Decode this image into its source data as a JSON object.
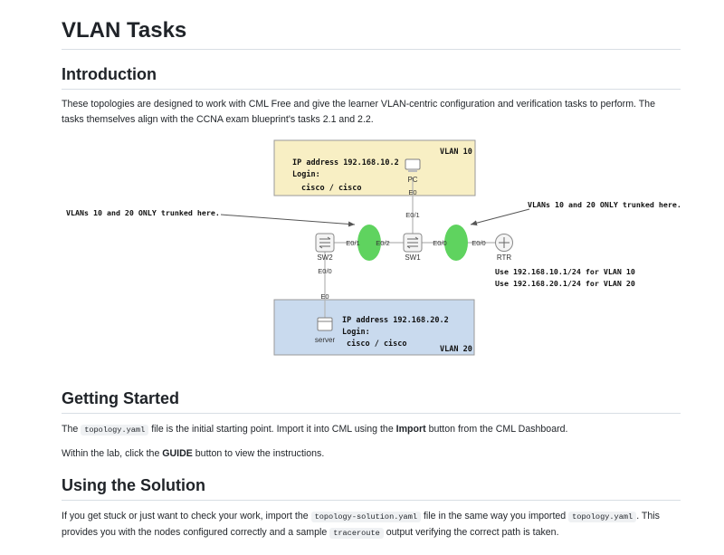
{
  "doc": {
    "title": "VLAN Tasks",
    "intro": {
      "heading": "Introduction",
      "p1_line1": "These topologies are designed to work with CML Free and give the learner VLAN-centric configuration and verification tasks to perform. The",
      "p1_line2": "tasks themselves align with the CCNA exam blueprint's tasks 2.1 and 2.2."
    },
    "getting_started": {
      "heading": "Getting Started",
      "p1_pre": "The ",
      "p1_code": "topology.yaml",
      "p1_mid": " file is the initial starting point. Import it into CML using the ",
      "p1_bold": "Import",
      "p1_post": " button from the CML Dashboard.",
      "p2_pre": "Within the lab, click the ",
      "p2_bold": "GUIDE",
      "p2_post": " button to view the instructions."
    },
    "using_solution": {
      "heading": "Using the Solution",
      "p1_pre": "If you get stuck or just want to check your work, import the ",
      "p1_code1": "topology-solution.yaml",
      "p1_mid": " file in the same way you imported ",
      "p1_code2": "topology.yaml",
      "p1_post": ". This",
      "p2_pre": "provides you with the nodes configured correctly and a sample ",
      "p2_code": "traceroute",
      "p2_post": " output verifying the correct path is taken."
    }
  },
  "diagram": {
    "vlan10_box": {
      "label": "VLAN 10",
      "ip": "IP address 192.168.10.2",
      "login": "Login:",
      "creds": "cisco / cisco",
      "fill": "#f8efc4"
    },
    "vlan20_box": {
      "label": "VLAN 20",
      "ip": "IP address 192.168.20.2",
      "login": "Login:",
      "creds": "cisco / cisco",
      "fill": "#c9daee"
    },
    "nodes": {
      "pc": "PC",
      "sw1": "SW1",
      "sw2": "SW2",
      "rtr": "RTR",
      "server": "server"
    },
    "ports": {
      "pc_e0": "E0",
      "sw1_e0_1": "E0/1",
      "sw2_e0_1": "E0/1",
      "sw1_e0_2": "E0/2",
      "sw1_e0_0": "E0/0",
      "rtr_e0_0": "E0/0",
      "sw2_e0_0": "E0/0",
      "server_e0": "E0"
    },
    "annotations": {
      "left_trunk": "VLANs 10 and 20 ONLY trunked here.",
      "right_trunk": "VLANs 10 and 20 ONLY trunked here.",
      "rtr_line1": "Use 192.168.10.1/24 for VLAN 10",
      "rtr_line2": "Use 192.168.20.1/24 for VLAN 20"
    },
    "trunk_marker_color": "#5fd35f"
  }
}
